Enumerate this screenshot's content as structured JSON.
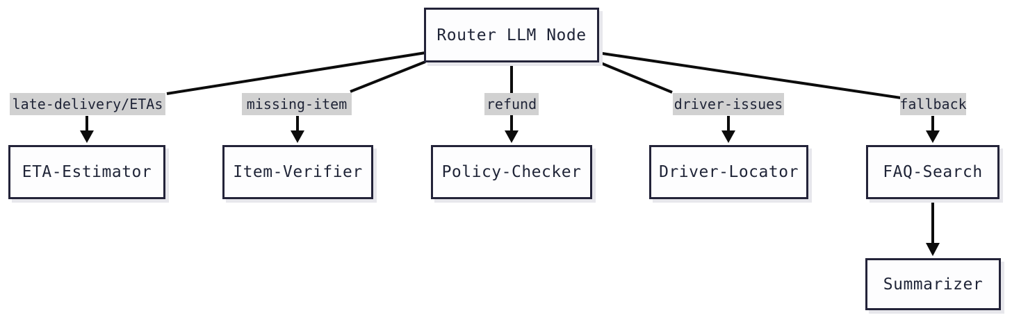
{
  "diagram": {
    "title_node": {
      "label": "Router LLM Node"
    },
    "branches": [
      {
        "edge_label": "late-delivery/ETAs",
        "node_label": "ETA-Estimator"
      },
      {
        "edge_label": "missing-item",
        "node_label": "Item-Verifier"
      },
      {
        "edge_label": "refund",
        "node_label": "Policy-Checker"
      },
      {
        "edge_label": "driver-issues",
        "node_label": "Driver-Locator"
      },
      {
        "edge_label": "fallback",
        "node_label": "FAQ-Search"
      }
    ],
    "secondary_edge": {
      "from": "FAQ-Search",
      "node_label": "Summarizer"
    },
    "colors": {
      "background": "#ffffff",
      "node_border": "#232339",
      "node_fill": "#fdfdfe",
      "text": "#1f2437",
      "edge_label_bg": "#d1d1d1",
      "line": "#0c0c0c",
      "shadow": "#e7e7ec"
    }
  }
}
